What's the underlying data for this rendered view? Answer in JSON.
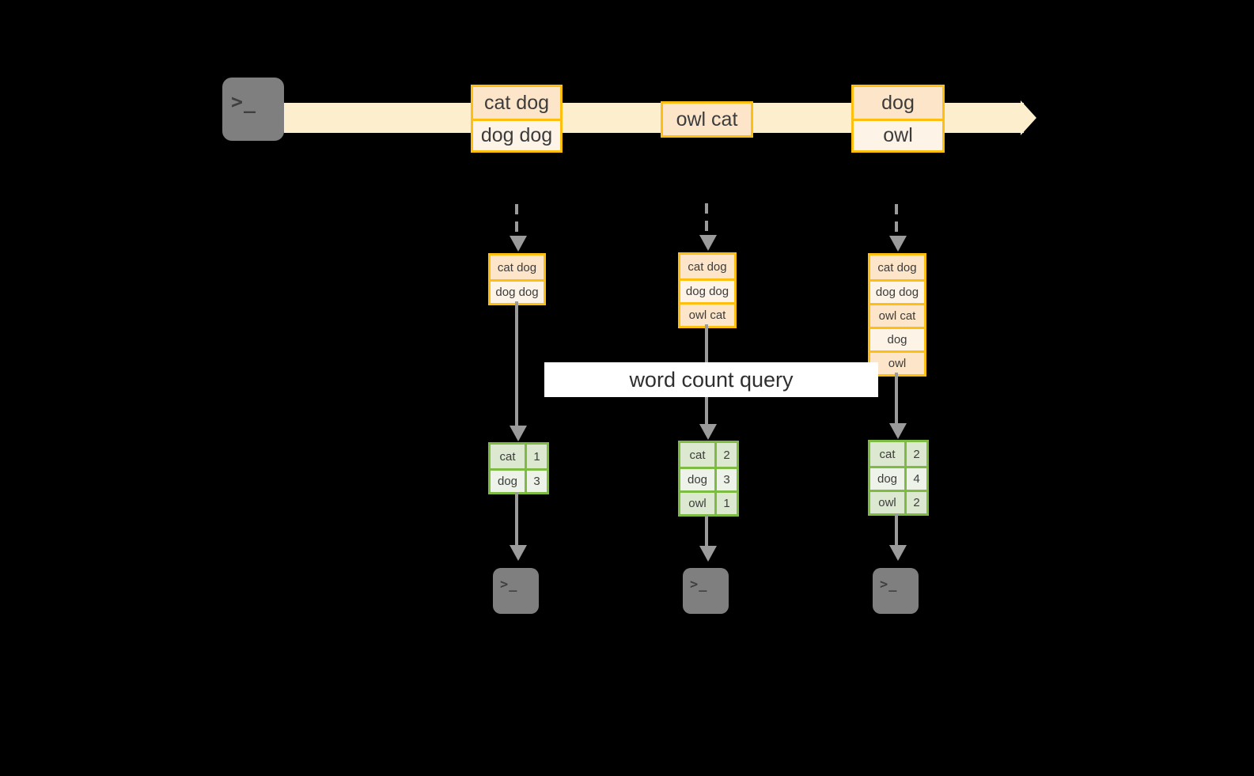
{
  "diagram": {
    "title": "word count query stream diagram",
    "colors": {
      "background": "#000000",
      "stream_band": "#fdeecd",
      "record_border": "#ffbf10",
      "record_fill_a": "#fce5c9",
      "record_fill_b": "#fdf3e7",
      "result_border": "#7dbb42",
      "result_fill_a": "#dde8d1",
      "result_fill_b": "#edf3e8",
      "connector": "#9b9b9b",
      "terminal_fill": "#7f7f7f",
      "label_fill": "#ffffff"
    },
    "query_label": "word count query",
    "source_terminal": {
      "icon": "terminal-prompt-icon",
      "glyph": ">_"
    },
    "stream": {
      "records": [
        {
          "lines": [
            "cat dog",
            "dog dog"
          ]
        },
        {
          "lines": [
            "owl cat"
          ]
        },
        {
          "lines": [
            "dog",
            "owl"
          ]
        }
      ]
    },
    "snapshots": [
      {
        "input": {
          "lines": [
            "cat dog",
            "dog dog"
          ]
        },
        "result": {
          "rows": [
            {
              "word": "cat",
              "count": "1"
            },
            {
              "word": "dog",
              "count": "3"
            }
          ]
        },
        "sink_terminal": {
          "icon": "terminal-prompt-icon",
          "glyph": ">_"
        }
      },
      {
        "input": {
          "lines": [
            "cat dog",
            "dog dog",
            "owl cat"
          ]
        },
        "result": {
          "rows": [
            {
              "word": "cat",
              "count": "2"
            },
            {
              "word": "dog",
              "count": "3"
            },
            {
              "word": "owl",
              "count": "1"
            }
          ]
        },
        "sink_terminal": {
          "icon": "terminal-prompt-icon",
          "glyph": ">_"
        }
      },
      {
        "input": {
          "lines": [
            "cat dog",
            "dog dog",
            "owl cat",
            "dog",
            "owl"
          ]
        },
        "result": {
          "rows": [
            {
              "word": "cat",
              "count": "2"
            },
            {
              "word": "dog",
              "count": "4"
            },
            {
              "word": "owl",
              "count": "2"
            }
          ]
        },
        "sink_terminal": {
          "icon": "terminal-prompt-icon",
          "glyph": ">_"
        }
      }
    ]
  }
}
